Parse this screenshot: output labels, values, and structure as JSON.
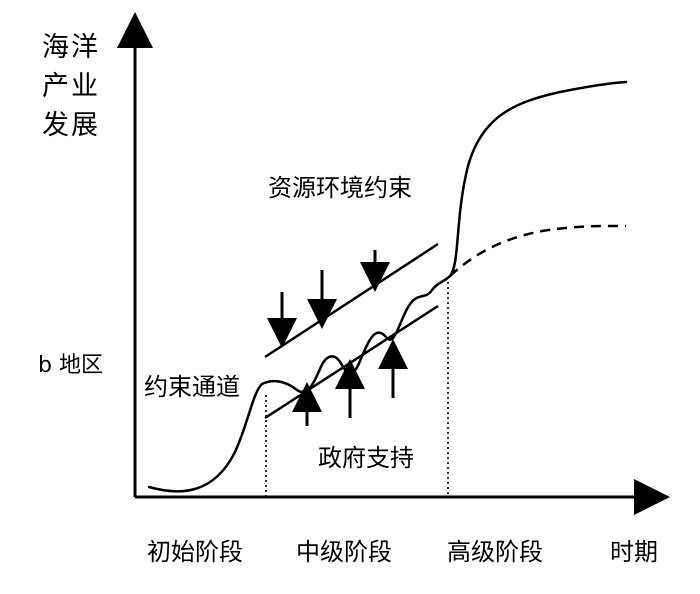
{
  "y_axis_title": "海洋\n产业\n发展",
  "region_label": "b 地区",
  "annotations": {
    "resource_constraint": "资源环境约束",
    "constraint_channel": "约束通道",
    "government_support": "政府支持"
  },
  "x_axis": {
    "stages": [
      "初始阶段",
      "中级阶段",
      "高级阶段"
    ],
    "title": "时期"
  },
  "colors": {
    "ink": "#000000",
    "background": "#ffffff"
  }
}
